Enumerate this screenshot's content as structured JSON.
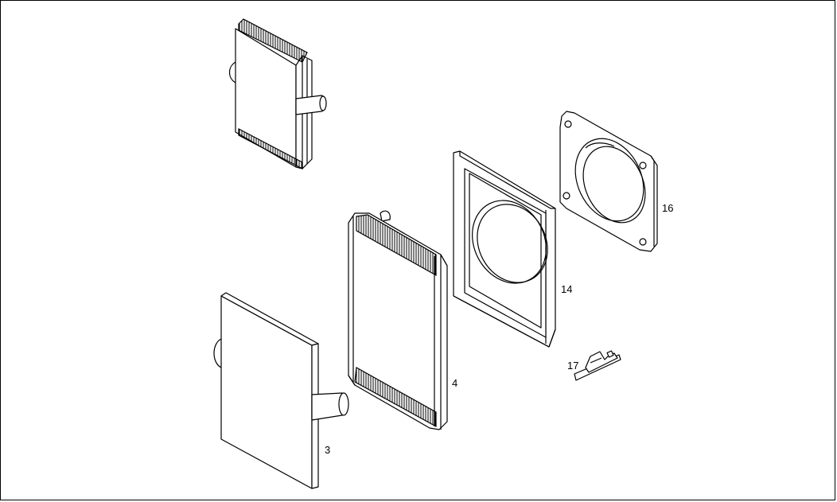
{
  "callouts": {
    "part_3": "3",
    "part_4": "4",
    "part_14": "14",
    "part_16": "16",
    "part_17": "17"
  }
}
